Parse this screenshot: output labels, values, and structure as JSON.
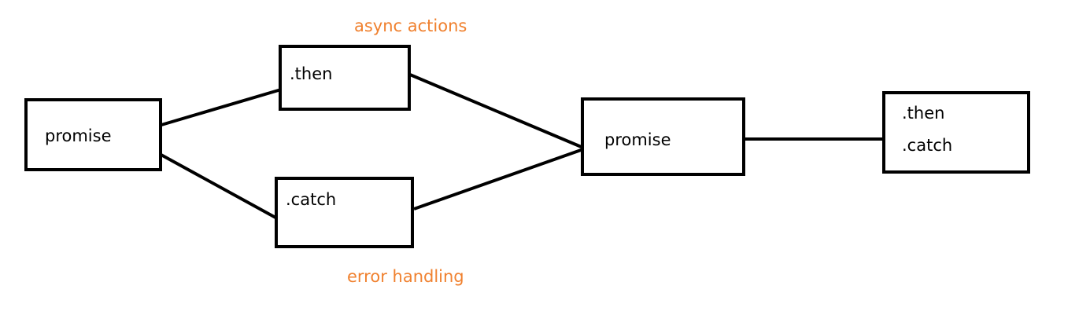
{
  "colors": {
    "annotation": "#f0812f",
    "stroke": "#000000"
  },
  "nodes": {
    "promise_start": {
      "label": "promise"
    },
    "then_top": {
      "label": ".then"
    },
    "catch_bottom": {
      "label": ".catch"
    },
    "promise_mid": {
      "label": "promise"
    },
    "chain_end": {
      "label_then": ".then",
      "label_catch": ".catch"
    }
  },
  "annotations": {
    "top": "async actions",
    "bottom": "error handling"
  },
  "edges": [
    {
      "from": "promise_start",
      "to": "then_top"
    },
    {
      "from": "promise_start",
      "to": "catch_bottom"
    },
    {
      "from": "then_top",
      "to": "promise_mid"
    },
    {
      "from": "catch_bottom",
      "to": "promise_mid"
    },
    {
      "from": "promise_mid",
      "to": "chain_end"
    }
  ]
}
